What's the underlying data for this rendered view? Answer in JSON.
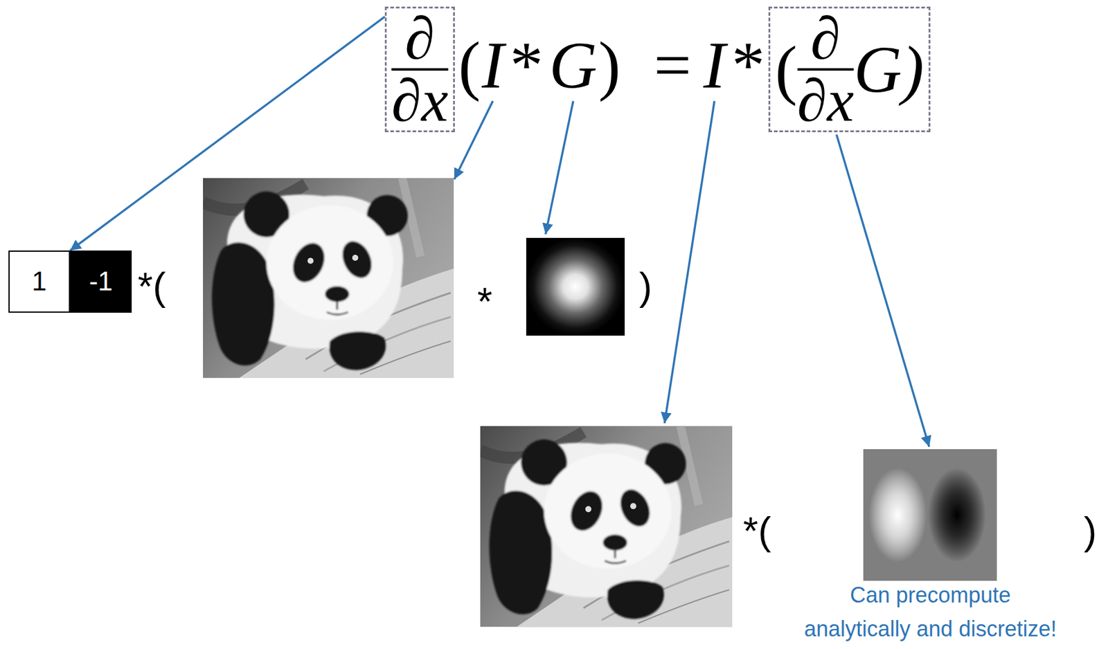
{
  "diagram": {
    "nodes": [
      {
        "text": [
          "∂",
          "∂x"
        ]
      },
      {
        "text": [
          "(",
          "∂",
          "∂x",
          "G)"
        ]
      },
      {
        "text": [
          "1"
        ]
      },
      {
        "text": [
          "-1"
        ]
      }
    ],
    "edges": [
      {
        "from": 0,
        "to": 2,
        "arrow": "to"
      }
    ],
    "labels": [
      "(",
      "I",
      "*",
      "G",
      ")",
      "=",
      "I",
      "*",
      "*(",
      "*",
      ")",
      "*(",
      ")",
      "Can precompute analytically and discretize!"
    ]
  }
}
